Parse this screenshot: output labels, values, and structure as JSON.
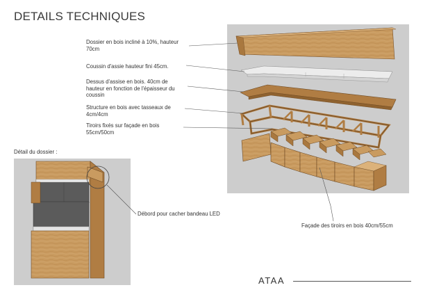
{
  "title": "DETAILS TECHNIQUES",
  "labels": {
    "dossier": "Dossier en bois incliné à 10%, hauteur 70cm",
    "coussin": "Coussin d'assie hauteur fini 45cm.",
    "dessus": "Dessus d'assise en bois. 40cm de hauteur en fonction de l'épaisseur du coussin",
    "structure": "Structure en bois avec tasseaux de 4cm/4cm",
    "tiroirs": "Tiroirs fixés sur façade en bois 55cm/50cm",
    "detail_dossier": "Détail du dossier :",
    "debord": "Débord pour cacher bandeau LED",
    "facade": "Façade des tiroirs en bois 40cm/55cm"
  },
  "brand": "ATAA",
  "colors": {
    "panel": "#cdcdcd",
    "wood": "#c89a5f",
    "wood_dark": "#a9783f",
    "wood_light": "#dcb27a",
    "cushion": "#5a5a5a",
    "cushion_light": "#e8e8e8"
  }
}
